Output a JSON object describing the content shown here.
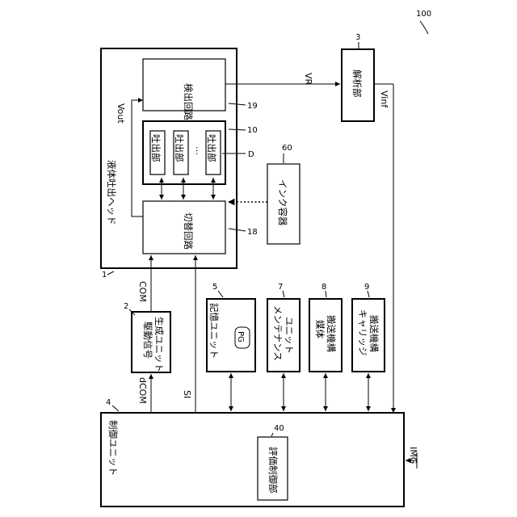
{
  "figure_number": "100",
  "blocks": {
    "head": {
      "title": "液体吐出ヘッド",
      "ref": "1"
    },
    "detect": {
      "label": "検出回路",
      "ref": "19"
    },
    "eject_group": {
      "ref": "10",
      "ejectors": [
        "吐出部",
        "吐出部",
        "吐出部"
      ],
      "ellipsis": "…",
      "ejector_ref": "D"
    },
    "switch": {
      "label": "切替回路",
      "ref": "18"
    },
    "ink": {
      "label": "インク容器",
      "ref": "60"
    },
    "analysis": {
      "label": "解析部",
      "ref": "3"
    },
    "drive": {
      "line1": "駆動信号",
      "line2": "生成ユニット",
      "ref": "2"
    },
    "storage": {
      "label": "記憶ユニット",
      "pg": "PG",
      "ref": "5"
    },
    "maintenance": {
      "line1": "メンテナンス",
      "line2": "ユニット",
      "ref": "7"
    },
    "medium": {
      "line1": "媒体",
      "line2": "搬送機構",
      "ref": "8"
    },
    "carriage": {
      "line1": "キャリッジ",
      "line2": "搬送機構",
      "ref": "9"
    },
    "control": {
      "label": "制御ユニット",
      "ref": "4"
    },
    "evaluate": {
      "label": "評価制御部",
      "ref": "40"
    }
  },
  "signals": {
    "vout": "Vout",
    "vr": "VR",
    "vinf": "Vinf",
    "com": "COM",
    "dcom": "dCOM",
    "si": "SI",
    "img": "IMG"
  }
}
